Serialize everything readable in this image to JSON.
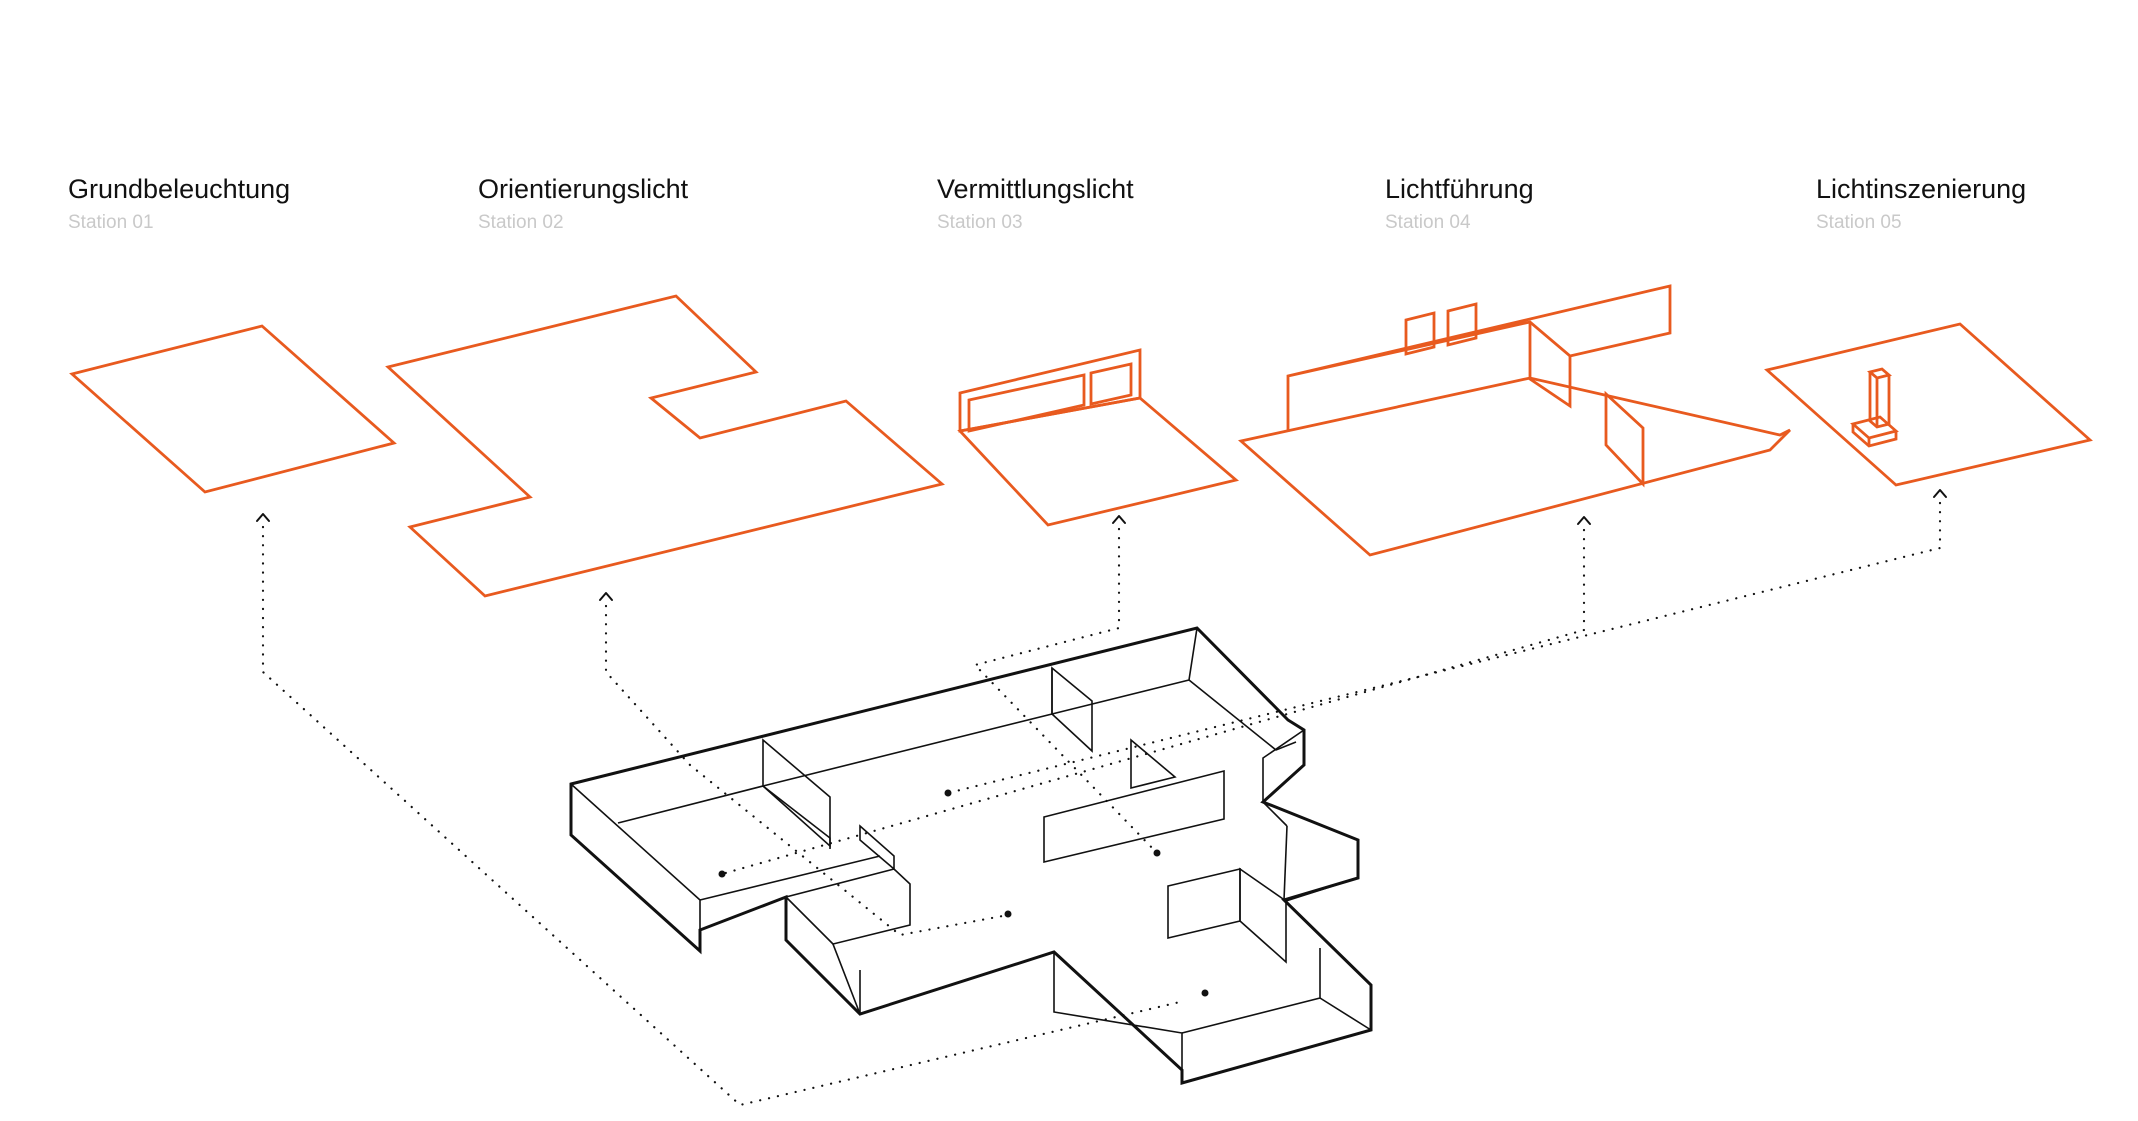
{
  "stations": [
    {
      "title": "Grundbeleuchtung",
      "subtitle": "Station 01"
    },
    {
      "title": "Orientierungslicht",
      "subtitle": "Station 02"
    },
    {
      "title": "Vermittlungslicht",
      "subtitle": "Station 03"
    },
    {
      "title": "Lichtführung",
      "subtitle": "Station 04"
    },
    {
      "title": "Lichtinszenierung",
      "subtitle": "Station 05"
    }
  ],
  "colors": {
    "accent": "#e85a1f",
    "title": "#111111",
    "subtitle": "#c9c9c9",
    "line": "#111111",
    "background": "#ffffff"
  }
}
